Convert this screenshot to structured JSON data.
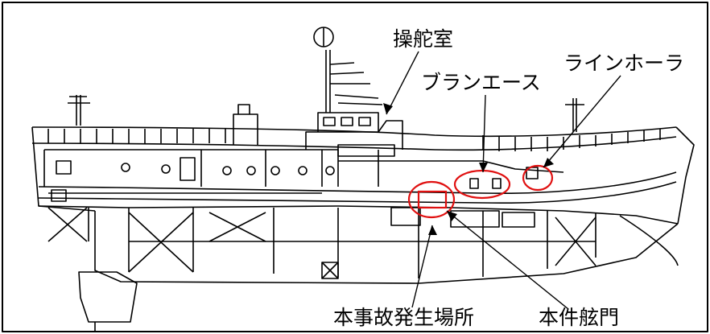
{
  "labels": {
    "wheelhouse": "操舵室",
    "line_hauler": "ラインホーラ",
    "brailer": "ブランエース",
    "accident_site": "本事故発生場所",
    "hatch": "本件舷門"
  },
  "colors": {
    "line": "#000000",
    "highlight": "#e01010",
    "background": "#ffffff"
  }
}
